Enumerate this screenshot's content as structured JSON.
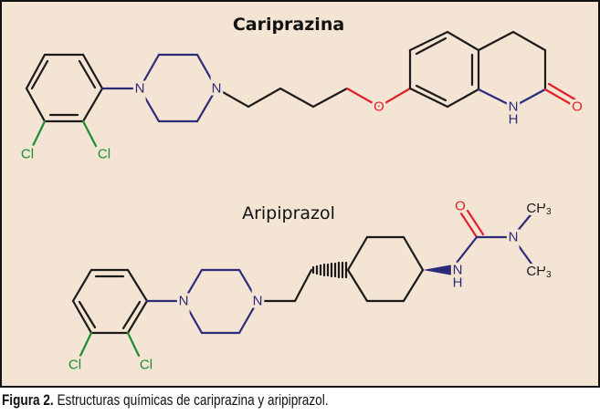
{
  "figure": {
    "molecule_1_name": "Cariprazina",
    "molecule_2_name": "Aripiprazol",
    "caption_label": "Figura 2.",
    "caption_text": " Estructuras químicas de cariprazina y aripiprazol."
  },
  "atoms": {
    "N": "N",
    "O": "O",
    "Cl": "Cl",
    "H": "H",
    "ch3_main": "CH",
    "ch3_sub": "3"
  },
  "colors": {
    "background": "#f4e4d3",
    "nitrogen": "#2b2b7a",
    "oxygen": "#e0202a",
    "chlorine": "#1e8c2e"
  }
}
